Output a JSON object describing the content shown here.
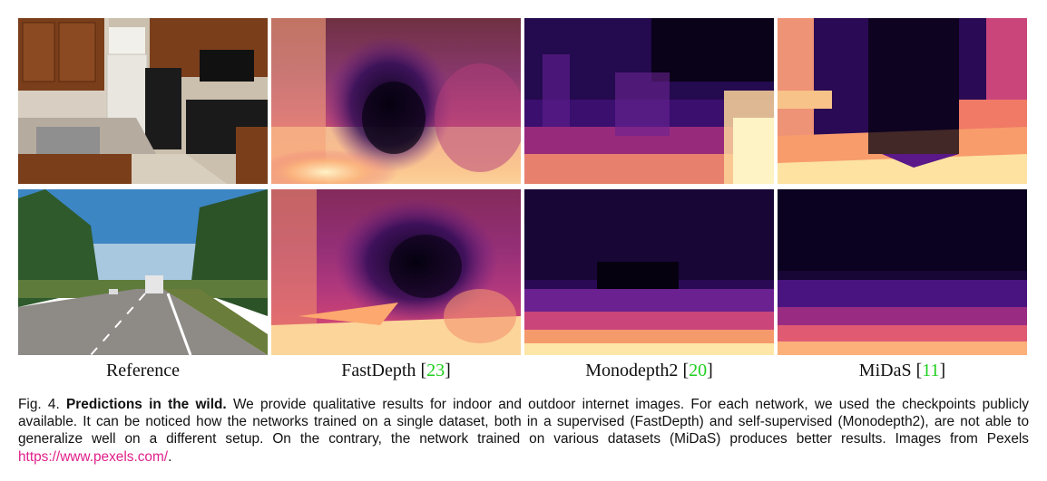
{
  "columns": [
    {
      "label": "Reference",
      "citation": ""
    },
    {
      "label": "FastDepth",
      "citation": "23"
    },
    {
      "label": "Monodepth2",
      "citation": "20"
    },
    {
      "label": "MiDaS",
      "citation": "11"
    }
  ],
  "colors": {
    "citation": "#1fcf1f",
    "link": "#e0208c",
    "depth_far": "#0d0221",
    "depth_mid": "#7a1fa2",
    "depth_near": "#fde8a8"
  },
  "caption": {
    "fig_label": "Fig. 4.",
    "bold_title": "Predictions in the wild.",
    "text": "We provide qualitative results for indoor and outdoor internet images. For each network, we used the checkpoints publicly available. It can be noticed how the networks trained on a single dataset, both in a supervised (FastDepth) and self-supervised (Monodepth2), are not able to generalize well on a different setup. On the contrary, the network trained on various datasets (MiDaS) produces better results. Images from Pexels",
    "link": "https://www.pexels.com/",
    "end": "."
  },
  "rows": [
    {
      "scene": "indoor kitchen"
    },
    {
      "scene": "outdoor highway"
    }
  ]
}
